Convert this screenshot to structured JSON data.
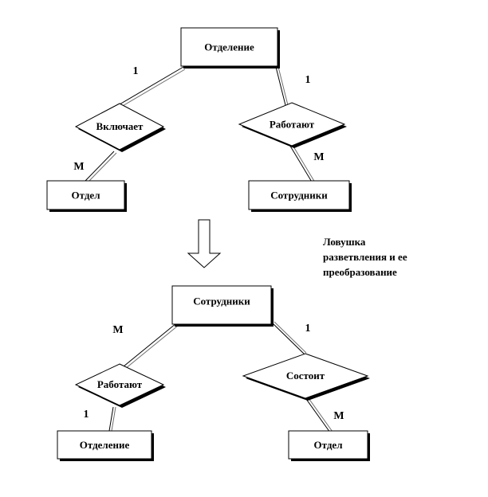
{
  "diagram": {
    "top": {
      "entities": {
        "division": "Отделение",
        "department": "Отдел",
        "employees": "Сотрудники"
      },
      "relations": {
        "includes": "Включает",
        "works": "Работают"
      },
      "cardinalities": {
        "division_includes": "1",
        "includes_department": "М",
        "division_works": "1",
        "works_employees": "М"
      }
    },
    "note_lines": [
      "Ловушка",
      "разветвления и ее",
      "преобразование"
    ],
    "bottom": {
      "entities": {
        "employees": "Сотрудники",
        "division": "Отделение",
        "department": "Отдел"
      },
      "relations": {
        "works": "Работают",
        "consists": "Состоит"
      },
      "cardinalities": {
        "employees_works": "М",
        "works_division": "1",
        "employees_consists": "1",
        "consists_department": "М"
      }
    }
  }
}
